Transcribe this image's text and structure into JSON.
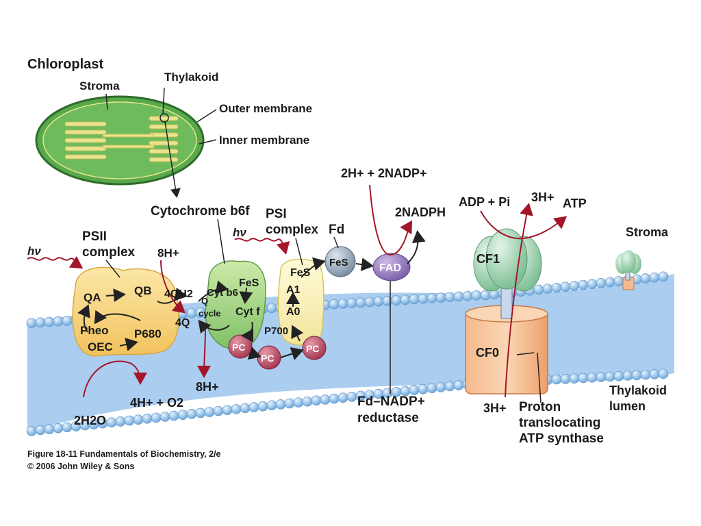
{
  "chloroplast": {
    "title": "Chloroplast",
    "stroma": "Stroma",
    "thylakoid": "Thylakoid",
    "outer_membrane": "Outer membrane",
    "inner_membrane": "Inner membrane"
  },
  "labels": {
    "cytochrome": "Cytochrome b6f",
    "psii_line1": "PSII",
    "psii_line2": "complex",
    "psi_line1": "PSI",
    "psi_line2": "complex",
    "fd": "Fd",
    "hv": "hν",
    "stroma": "Stroma",
    "thylakoid_lumen_1": "Thylakoid",
    "thylakoid_lumen_2": "lumen",
    "fd_nadp_1": "Fd–NADP+",
    "fd_nadp_2": "reductase",
    "proton_1": "Proton",
    "proton_2": "translocating",
    "proton_3": "ATP synthase"
  },
  "molecules": {
    "qa": "QA",
    "qb": "QB",
    "pheo": "Pheo",
    "p680": "P680",
    "oec": "OEC",
    "h8_top": "8H+",
    "h8_bottom": "8H+",
    "qh2": "4QH2",
    "q4": "4Q",
    "q_cycle_1": "Q",
    "q_cycle_2": "cycle",
    "cyt_b6": "Cyt b6",
    "cyt_f": "Cyt f",
    "fes_cyt": "FeS",
    "pc": "PC",
    "fes_psi": "FeS",
    "a1": "A1",
    "a0": "A0",
    "p700": "P700",
    "fes_fd": "FeS",
    "fad": "FAD",
    "h2_nadp": "2H+ + 2NADP+",
    "nadph": "2NADPH",
    "adp_pi": "ADP + Pi",
    "h3_top": "3H+",
    "atp": "ATP",
    "cf1": "CF1",
    "cf0": "CF0",
    "h3_bottom": "3H+",
    "h4_o2": "4H+ + O2",
    "h2o": "2H2O"
  },
  "caption": {
    "line1": "Figure 18-11 Fundamentals of Biochemistry, 2/e",
    "line2": "© 2006 John Wiley & Sons"
  }
}
